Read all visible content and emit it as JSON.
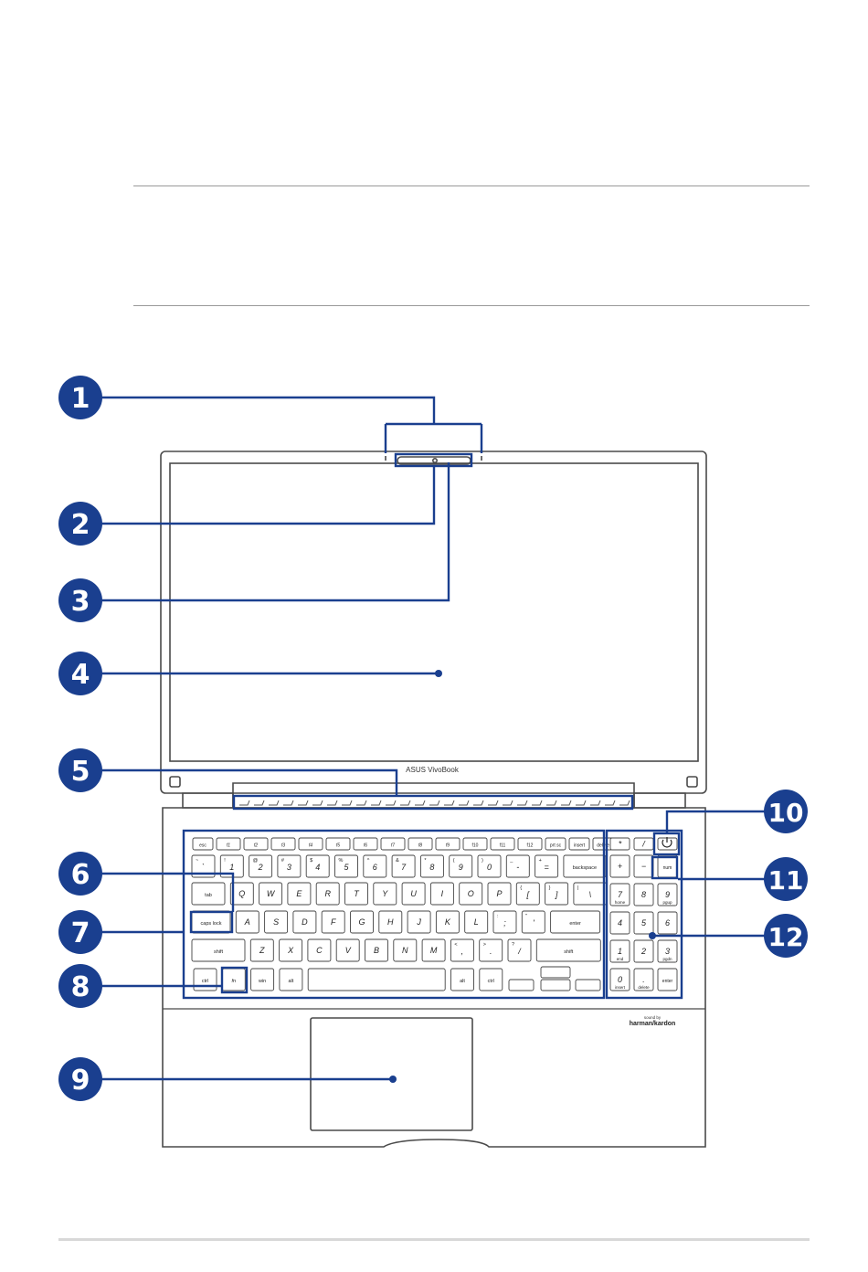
{
  "brand": {
    "model": "ASUS VivoBook",
    "speaker_brand_top": "sound by",
    "speaker_brand": "harman/kardon"
  },
  "callouts": [
    {
      "number": "1",
      "target": "microphone-array"
    },
    {
      "number": "2",
      "target": "camera-indicator"
    },
    {
      "number": "3",
      "target": "camera"
    },
    {
      "number": "4",
      "target": "display-panel"
    },
    {
      "number": "5",
      "target": "air-vents"
    },
    {
      "number": "6",
      "target": "keyboard"
    },
    {
      "number": "7",
      "target": "caps-lock-key"
    },
    {
      "number": "8",
      "target": "function-key"
    },
    {
      "number": "9",
      "target": "touchpad"
    },
    {
      "number": "10",
      "target": "power-button"
    },
    {
      "number": "11",
      "target": "num-lock-key"
    },
    {
      "number": "12",
      "target": "numeric-keypad"
    }
  ],
  "keyboard": {
    "fn_row": [
      "esc",
      "f1",
      "f2",
      "f3",
      "f4",
      "f5",
      "f6",
      "f7",
      "f8",
      "f9",
      "f10",
      "f11",
      "f12",
      "prt sc",
      "insert",
      "delete"
    ],
    "number_row": [
      "`",
      "1",
      "2",
      "3",
      "4",
      "5",
      "6",
      "7",
      "8",
      "9",
      "0",
      "-",
      "=",
      "backspace"
    ],
    "number_row_shift": [
      "~",
      "!",
      "@",
      "#",
      "$",
      "%",
      "^",
      "&",
      "*",
      "(",
      ")",
      "_",
      "+"
    ],
    "top_row": [
      "tab",
      "Q",
      "W",
      "E",
      "R",
      "T",
      "Y",
      "U",
      "I",
      "O",
      "P",
      "[",
      "]",
      "\\"
    ],
    "top_row_shift": [
      "",
      "",
      "",
      "",
      "",
      "",
      "",
      "",
      "",
      "",
      "",
      "{",
      "}",
      "|"
    ],
    "home_row": [
      "caps lock",
      "A",
      "S",
      "D",
      "F",
      "G",
      "H",
      "J",
      "K",
      "L",
      ";",
      "'",
      "enter"
    ],
    "home_row_shift": [
      "",
      "",
      "",
      "",
      "",
      "",
      "",
      "",
      "",
      "",
      ":",
      "\"",
      ""
    ],
    "bottom_row": [
      "shift",
      "Z",
      "X",
      "C",
      "V",
      "B",
      "N",
      "M",
      ",",
      ".",
      "/",
      "shift"
    ],
    "bottom_row_shift": [
      "",
      "",
      "",
      "",
      "",
      "",
      "",
      "",
      "<",
      ">",
      "?",
      ""
    ],
    "space_row": [
      "ctrl",
      "fn",
      "win",
      "alt",
      "",
      "alt",
      "ctrl"
    ],
    "numpad": [
      [
        "*",
        "/",
        ""
      ],
      [
        "+",
        "−",
        "num"
      ],
      [
        "7",
        "8",
        "9"
      ],
      [
        "4",
        "5",
        "6"
      ],
      [
        "1",
        "2",
        "3"
      ],
      [
        "0",
        ".",
        "enter"
      ]
    ],
    "numpad_sub": [
      [
        "",
        "",
        ""
      ],
      [
        "",
        "",
        ""
      ],
      [
        "home",
        "",
        "pgup"
      ],
      [
        "",
        "",
        ""
      ],
      [
        "end",
        "",
        "pgdn"
      ],
      [
        "insert",
        "delete",
        ""
      ]
    ]
  },
  "colors": {
    "accent": "#1a3f8f",
    "outline": "#4a4a4a",
    "rule": "#9a9a9a"
  }
}
